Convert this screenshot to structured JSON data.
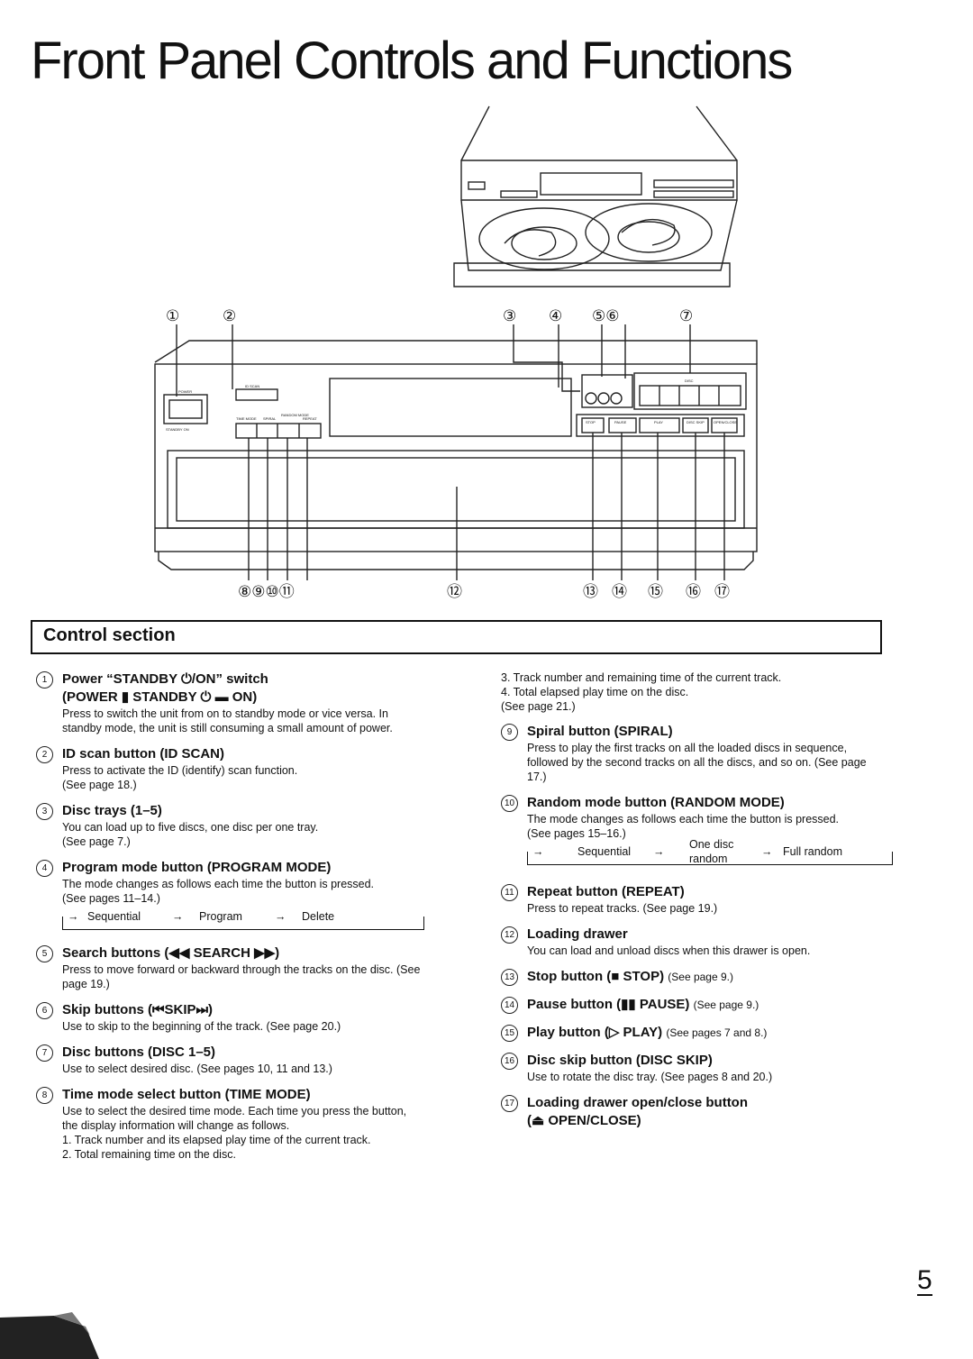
{
  "title": "Front Panel Controls and Functions",
  "figure": {
    "callouts_top": [
      "①",
      "②",
      "③",
      "④",
      "⑤⑥",
      "⑦"
    ],
    "callouts_bottom": [
      "⑧⑨⑩⑪",
      "⑫",
      "⑬",
      "⑭",
      "⑮",
      "⑯",
      "⑰"
    ],
    "panel_labels": {
      "power": "POWER",
      "standby": "STANDBY ON",
      "id_scan": "ID SCAN",
      "time_mode": "TIME MODE",
      "spiral": "SPIRAL",
      "random_mode": "RANDOM MODE",
      "repeat": "REPEAT",
      "disc": "DISC",
      "stop": "STOP",
      "pause": "PAUSE",
      "play": "PLAY",
      "disc_skip": "DISC SKIP",
      "open_close": "OPEN/CLOSE"
    }
  },
  "section_title": "Control section",
  "left_items": [
    {
      "num": "1",
      "title": "Power “STANDBY ⏻/ON” switch",
      "title2": "(POWER ▮ STANDBY ⏻ ▬ ON)",
      "desc": "Press to switch the unit from on to standby mode or vice versa. In standby mode, the unit is still consuming a small amount of power."
    },
    {
      "num": "2",
      "title": "ID scan button (ID SCAN)",
      "desc": "Press to activate the ID (identify) scan function.",
      "desc2": "(See page 18.)"
    },
    {
      "num": "3",
      "title": "Disc trays (1–5)",
      "desc": "You can load up to five discs, one disc per one tray.",
      "desc2": "(See page 7.)"
    },
    {
      "num": "4",
      "title": "Program mode button (PROGRAM MODE)",
      "desc": "The mode changes as follows each time the button is pressed.",
      "desc2": "(See pages 11–14.)"
    },
    {
      "num": "5",
      "title": "Search buttons (◀◀ SEARCH ▶▶)",
      "desc": "Press to move forward or backward through the tracks on the disc. (See page 19.)"
    },
    {
      "num": "6",
      "title": "Skip buttons (⏮SKIP⏭)",
      "desc": "Use to skip to the beginning of the track. (See page 20.)"
    },
    {
      "num": "7",
      "title": "Disc buttons (DISC 1–5)",
      "desc": "Use to select desired disc. (See pages 10, 11 and 13.)"
    },
    {
      "num": "8",
      "title": "Time mode select button (TIME MODE)",
      "desc": "Use to select the desired time mode. Each time you press the button, the display information will change as follows.",
      "list": [
        "1. Track number and its elapsed play time of the current track.",
        "2. Total remaining time on the disc."
      ]
    }
  ],
  "program_sequence": {
    "a": "Sequential",
    "b": "Program",
    "c": "Delete"
  },
  "right_continuation": [
    "3. Track number and remaining time of the current track.",
    "4. Total elapsed play time on the disc.",
    "(See page 21.)"
  ],
  "right_items": [
    {
      "num": "9",
      "title": "Spiral button (SPIRAL)",
      "desc": "Press to play the first tracks on all the loaded discs in sequence, followed by the second tracks on all the discs, and so on. (See page 17.)"
    },
    {
      "num": "10",
      "title": "Random mode button (RANDOM MODE)",
      "desc": "The mode changes as follows each time the button is pressed.",
      "desc2": "(See pages 15–16.)"
    },
    {
      "num": "11",
      "title": "Repeat button (REPEAT)",
      "desc": "Press to repeat tracks. (See page 19.)"
    },
    {
      "num": "12",
      "title": "Loading drawer",
      "desc": "You can load and unload discs when this drawer is open."
    },
    {
      "num": "13",
      "title": "Stop button (■ STOP)",
      "sub": "(See page 9.)"
    },
    {
      "num": "14",
      "title": "Pause button (▮▮ PAUSE)",
      "sub": "(See page 9.)"
    },
    {
      "num": "15",
      "title": "Play button (▷ PLAY)",
      "sub": "(See pages 7 and 8.)"
    },
    {
      "num": "16",
      "title": "Disc skip button (DISC SKIP)",
      "desc": "Use to rotate the disc tray. (See pages 8 and 20.)"
    },
    {
      "num": "17",
      "title": "Loading drawer open/close button",
      "title2": "(⏏ OPEN/CLOSE)"
    }
  ],
  "random_sequence": {
    "a": "Sequential",
    "b1": "One disc",
    "b2": "random",
    "c": "Full random"
  },
  "page_number": "5"
}
